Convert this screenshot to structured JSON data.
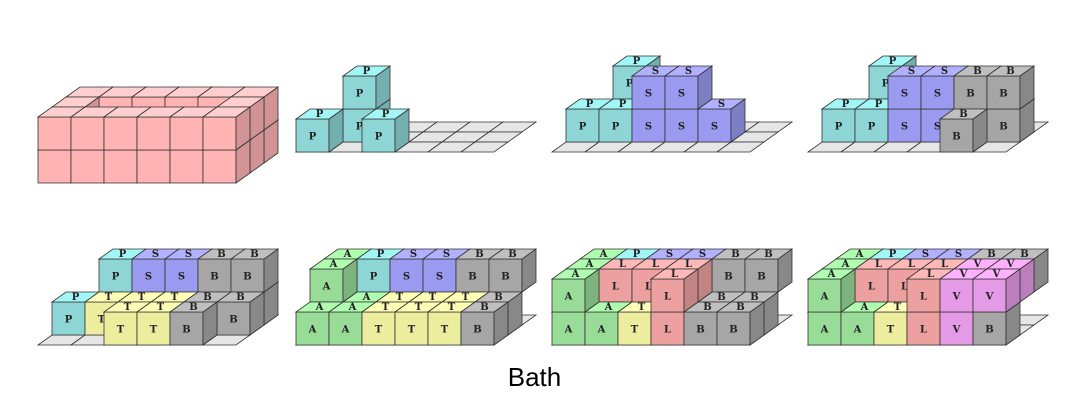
{
  "caption": "Bath",
  "colors": {
    "P": "#8ed6d6",
    "S": "#9a9af0",
    "B": "#a6a6a6",
    "T": "#eded9e",
    "A": "#98dc98",
    "L": "#eda0a0",
    "V": "#e59ae5",
    "target": "#ffb3b3"
  },
  "panels": [
    {
      "name": "target-shape",
      "description": "empty bath outline",
      "pieces": []
    },
    {
      "name": "step-1",
      "pieces": [
        "P"
      ]
    },
    {
      "name": "step-2",
      "pieces": [
        "P",
        "S"
      ]
    },
    {
      "name": "step-3",
      "pieces": [
        "P",
        "S",
        "B"
      ]
    },
    {
      "name": "step-4",
      "pieces": [
        "P",
        "S",
        "B",
        "T"
      ]
    },
    {
      "name": "step-5",
      "pieces": [
        "P",
        "S",
        "B",
        "T",
        "A"
      ]
    },
    {
      "name": "step-6",
      "pieces": [
        "P",
        "S",
        "B",
        "T",
        "A",
        "L"
      ]
    },
    {
      "name": "step-7",
      "pieces": [
        "P",
        "S",
        "B",
        "T",
        "A",
        "L",
        "V"
      ]
    }
  ]
}
